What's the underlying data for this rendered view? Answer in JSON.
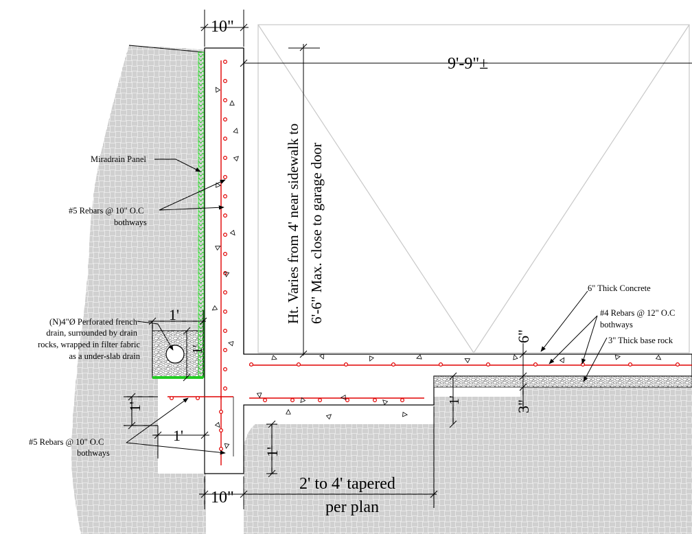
{
  "dimensions": {
    "wall_top": "10\"",
    "garage_width": "9'-9\"±",
    "wall_height_line1": "Ht. Varies from 4' near sidewalk to",
    "wall_height_line2": "6'-6\" Max. close to garage door",
    "drain_width": "1'",
    "drain_height": "1'",
    "slab_thickness": "6\"",
    "base_rock_thickness": "3\"",
    "footing_height_left": "1'",
    "footing_offset": "1'",
    "footing_depth": "1'",
    "slab_footing_height": "1'",
    "wall_bottom": "10\"",
    "footing_width_line1": "2' to 4' tapered",
    "footing_width_line2": "per plan"
  },
  "notes": {
    "miradrain": "Miradrain Panel",
    "rebar_wall_line1": "#5 Rebars @ 10\" O.C",
    "rebar_wall_line2": "bothways",
    "drain_line1": "(N)4\"Ø Perforated french",
    "drain_line2": "drain, surrounded by drain",
    "drain_line3": "rocks, wrapped in filter fabric",
    "drain_line4": "as a under-slab drain",
    "thick_concrete": "6\" Thick Concrete",
    "rebar_slab_line1": "#4 Rebars @ 12\" O.C",
    "rebar_slab_line2": "bothways",
    "base_rock": "3\" Thick base rock",
    "rebar_footing_line1": "#5 Rebars @ 10\" O.C",
    "rebar_footing_line2": "bothways"
  },
  "colors": {
    "rebar": "#e00000",
    "miradrain": "#22cc22",
    "line": "#000000",
    "garage_outline": "#c8c8c8"
  }
}
